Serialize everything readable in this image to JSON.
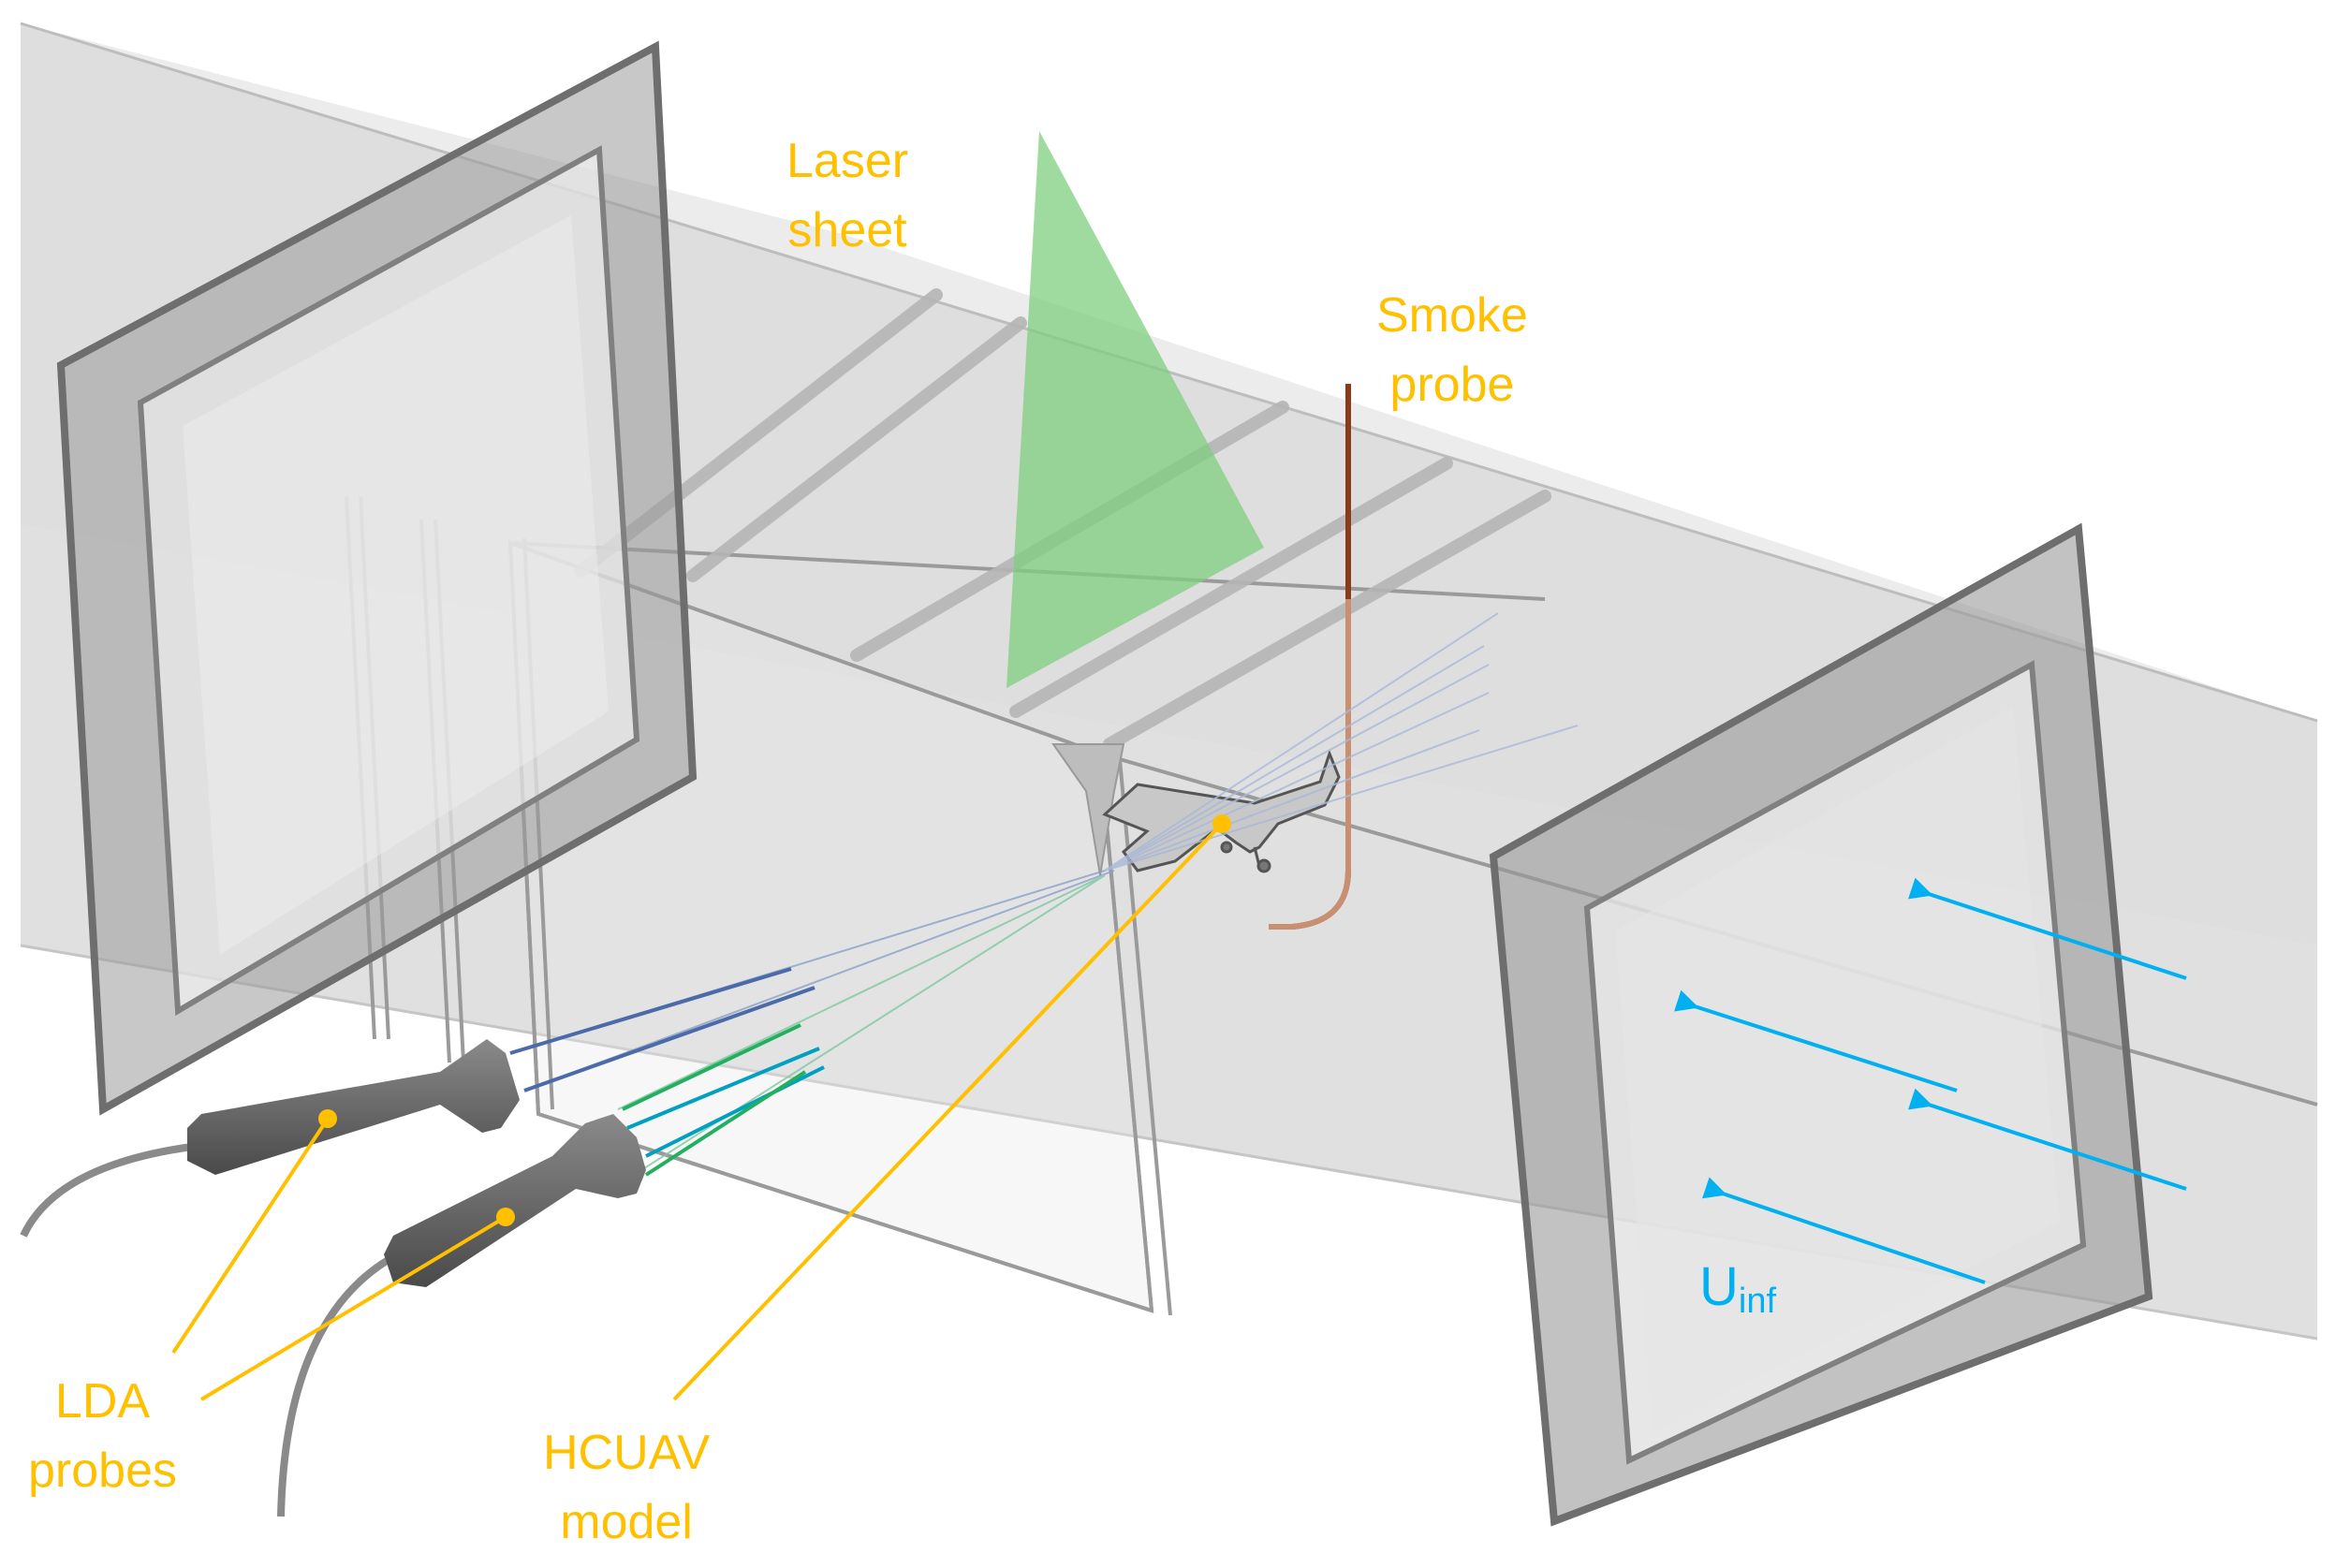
{
  "labels": {
    "laser_sheet": [
      "Laser",
      "sheet"
    ],
    "smoke_probe": [
      "Smoke",
      "probe"
    ],
    "lda_probes": [
      "LDA",
      "probes"
    ],
    "hcuav_model": [
      "HCUAV",
      "model"
    ],
    "uinf_main": "U",
    "uinf_sub": "inf"
  },
  "colors": {
    "label": "#ffc000",
    "flow_arrow": "#00b0f0",
    "laser_sheet": "#7fcd7f",
    "smoke_probe": "#8b3a1a",
    "tunnel": "#c8c8c8",
    "frame": "#6e6e6e",
    "probe_body": "#6a6a6a"
  },
  "icons": {
    "flow": "arrow-left-icon",
    "aircraft": "aircraft-icon",
    "probe": "lda-probe-icon"
  }
}
